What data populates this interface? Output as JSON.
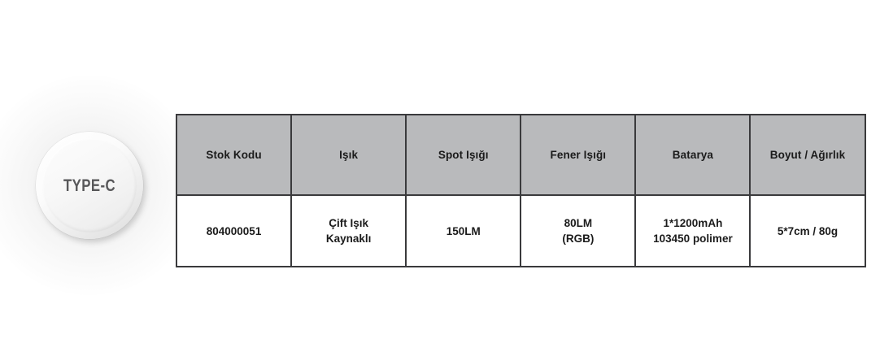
{
  "badge": {
    "label": "TYPE-C",
    "icon": "circle-badge",
    "colors": {
      "face": "#f4f4f4",
      "text": "#58585a"
    }
  },
  "table": {
    "colors": {
      "header_fill": "#b9babc",
      "body_fill": "#ffffff",
      "border": "#3a3a3c",
      "text": "#1b1b1b"
    },
    "headers": [
      "Stok Kodu",
      "Işık",
      "Spot Işığı",
      "Fener Işığı",
      "Batarya",
      "Boyut / Ağırlık"
    ],
    "rows": [
      {
        "stok_kodu": [
          "804000051"
        ],
        "isik": [
          "Çift Işık",
          "Kaynaklı"
        ],
        "spot_isigi": [
          "150LM"
        ],
        "fener_isigi": [
          "80LM",
          "(RGB)"
        ],
        "batarya": [
          "1*1200mAh",
          "103450 polimer"
        ],
        "boyut_agirlik": [
          "5*7cm / 80g"
        ]
      }
    ]
  }
}
